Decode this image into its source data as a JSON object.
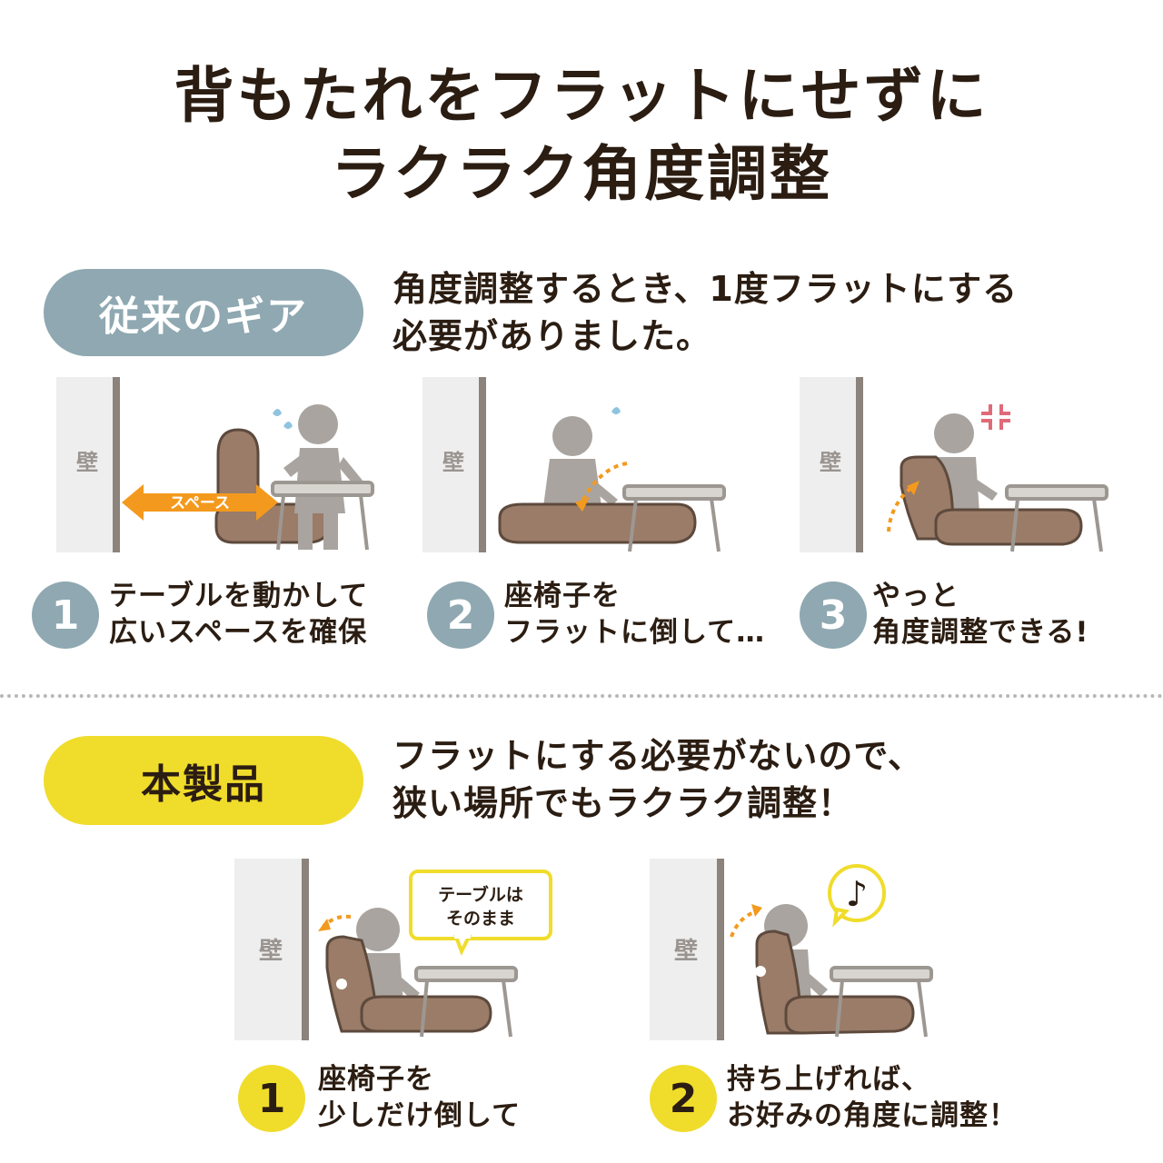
{
  "title": {
    "line1": "背もたれをフラットにせずに",
    "line2": "ラクラク角度調整"
  },
  "old": {
    "badge": "従来のギア",
    "lead_line1": "角度調整するとき、1度フラットにする",
    "lead_line2": "必要がありました。",
    "wall_label": "壁",
    "space_label": "スペース",
    "steps": [
      {
        "num": "1",
        "line1": "テーブルを動かして",
        "line2": "広いスペースを確保"
      },
      {
        "num": "2",
        "line1": "座椅子を",
        "line2": "フラットに倒して…"
      },
      {
        "num": "3",
        "line1": "やっと",
        "line2": "角度調整できる!"
      }
    ]
  },
  "new": {
    "badge": "本製品",
    "lead_line1": "フラットにする必要がないので、",
    "lead_line2": "狭い場所でもラクラク調整！",
    "wall_label": "壁",
    "bubble_line1": "テーブルは",
    "bubble_line2": "そのまま",
    "music_note": "♪",
    "steps": [
      {
        "num": "1",
        "line1": "座椅子を",
        "line2": "少しだけ倒して"
      },
      {
        "num": "2",
        "line1": "持ち上げれば、",
        "line2": "お好みの角度に調整！"
      }
    ]
  },
  "colors": {
    "gray_accent": "#8fa8b1",
    "yellow_accent": "#f0dc2b",
    "text": "#2b1d12",
    "chair": "#9a7c68",
    "person": "#a9a49f",
    "table": "#9d9792",
    "arrow_orange": "#f39a1e"
  },
  "icons": [
    "wall-icon",
    "person-icon",
    "chair-icon",
    "table-icon",
    "sweat-drops-icon",
    "anger-mark-icon",
    "music-note-icon",
    "curved-arrow-icon",
    "double-arrow-icon"
  ]
}
